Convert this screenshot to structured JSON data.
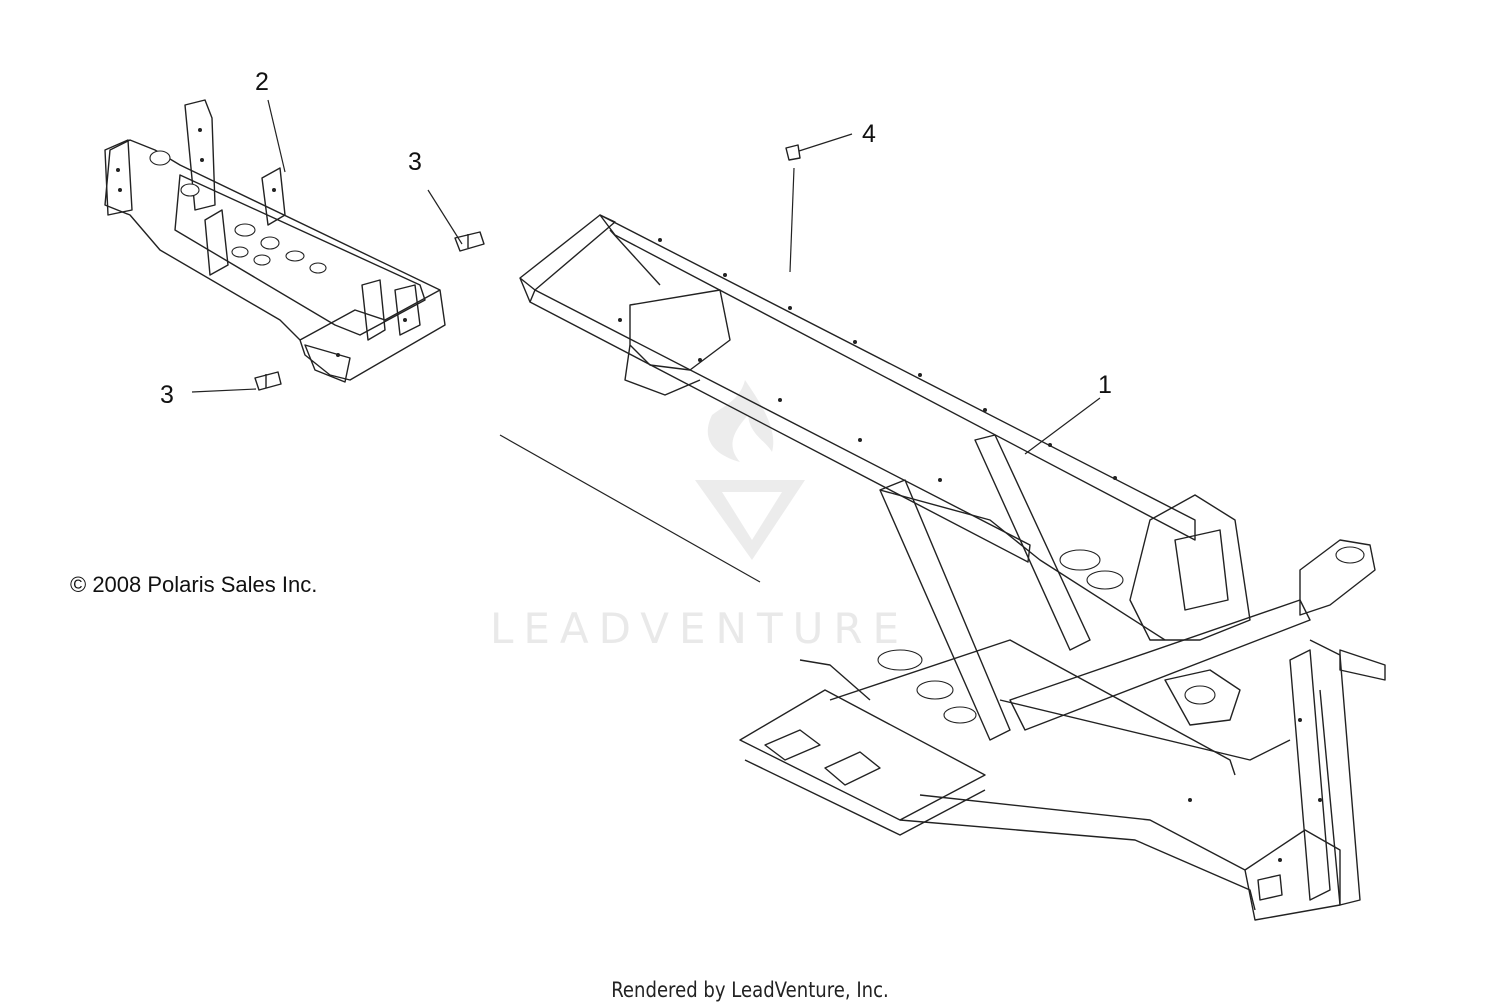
{
  "callouts": {
    "part_1": "1",
    "part_2": "2",
    "part_3_upper": "3",
    "part_3_lower": "3",
    "part_4": "4"
  },
  "copyright": "© 2008 Polaris Sales Inc.",
  "footer": "Rendered by LeadVenture, Inc.",
  "watermark": "LEADVENTURE",
  "colors": {
    "line": "#222222",
    "background": "#ffffff",
    "watermark": "#e9e9e9"
  }
}
